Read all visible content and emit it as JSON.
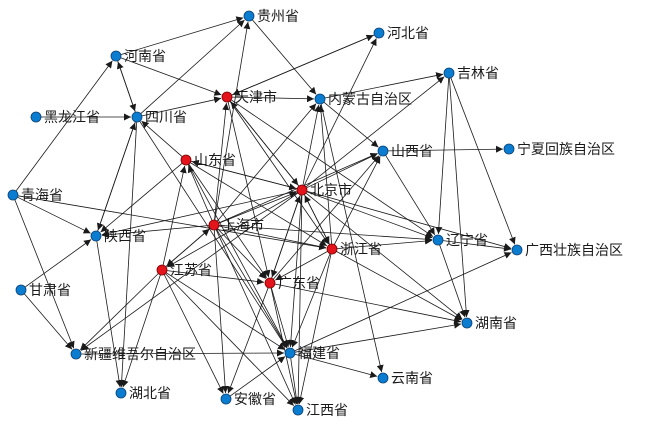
{
  "colors": {
    "regular": "#0b7dd1",
    "hub": "#e3141b",
    "edge": "#1a1a1a"
  },
  "nodes": [
    {
      "id": "guizhou",
      "label": "贵州省",
      "hub": false
    },
    {
      "id": "hebei",
      "label": "河北省",
      "hub": false
    },
    {
      "id": "henan",
      "label": "河南省",
      "hub": false
    },
    {
      "id": "jilin",
      "label": "吉林省",
      "hub": false
    },
    {
      "id": "tianjin",
      "label": "天津市",
      "hub": true
    },
    {
      "id": "neimenggu",
      "label": "内蒙古自治区",
      "hub": false
    },
    {
      "id": "heilongjiang",
      "label": "黑龙江省",
      "hub": false
    },
    {
      "id": "sichuan",
      "label": "四川省",
      "hub": false
    },
    {
      "id": "shanxi",
      "label": "山西省",
      "hub": false
    },
    {
      "id": "ningxia",
      "label": "宁夏回族自治区",
      "hub": false
    },
    {
      "id": "shandong",
      "label": "山东省",
      "hub": true
    },
    {
      "id": "qinghai",
      "label": "青海省",
      "hub": false
    },
    {
      "id": "beijing",
      "label": "北京市",
      "hub": true
    },
    {
      "id": "shanghai",
      "label": "上海市",
      "hub": true
    },
    {
      "id": "shaanxi",
      "label": "陕西省",
      "hub": false
    },
    {
      "id": "liaoning",
      "label": "辽宁省",
      "hub": false
    },
    {
      "id": "zhejiang",
      "label": "浙江省",
      "hub": true
    },
    {
      "id": "guangxi",
      "label": "广西壮族自治区",
      "hub": false
    },
    {
      "id": "jiangsu",
      "label": "江苏省",
      "hub": true
    },
    {
      "id": "guangdong",
      "label": "广东省",
      "hub": true
    },
    {
      "id": "gansu",
      "label": "甘肃省",
      "hub": false
    },
    {
      "id": "hunan",
      "label": "湖南省",
      "hub": false
    },
    {
      "id": "xinjiang",
      "label": "新疆维吾尔自治区",
      "hub": false
    },
    {
      "id": "fujian",
      "label": "福建省",
      "hub": false
    },
    {
      "id": "yunnan",
      "label": "云南省",
      "hub": false
    },
    {
      "id": "hubei",
      "label": "湖北省",
      "hub": false
    },
    {
      "id": "anhui",
      "label": "安徽省",
      "hub": false
    },
    {
      "id": "jiangxi",
      "label": "江西省",
      "hub": false
    }
  ],
  "edges": [
    [
      "henan",
      "guizhou"
    ],
    [
      "henan",
      "tianjin"
    ],
    [
      "henan",
      "sichuan"
    ],
    [
      "heilongjiang",
      "sichuan"
    ],
    [
      "sichuan",
      "guizhou"
    ],
    [
      "sichuan",
      "tianjin"
    ],
    [
      "sichuan",
      "henan"
    ],
    [
      "sichuan",
      "shaanxi"
    ],
    [
      "sichuan",
      "fujian"
    ],
    [
      "sichuan",
      "hubei"
    ],
    [
      "qinghai",
      "henan"
    ],
    [
      "qinghai",
      "shaanxi"
    ],
    [
      "qinghai",
      "xinjiang"
    ],
    [
      "qinghai",
      "zhejiang"
    ],
    [
      "gansu",
      "shaanxi"
    ],
    [
      "gansu",
      "xinjiang"
    ],
    [
      "shaanxi",
      "sichuan"
    ],
    [
      "shaanxi",
      "hubei"
    ],
    [
      "guizhou",
      "neimenggu"
    ],
    [
      "neimenggu",
      "jilin"
    ],
    [
      "neimenggu",
      "shanxi"
    ],
    [
      "tianjin",
      "hebei"
    ],
    [
      "tianjin",
      "neimenggu"
    ],
    [
      "tianjin",
      "beijing"
    ],
    [
      "tianjin",
      "zhejiang"
    ],
    [
      "tianjin",
      "guangdong"
    ],
    [
      "tianjin",
      "liaoning"
    ],
    [
      "shandong",
      "sichuan"
    ],
    [
      "shandong",
      "beijing"
    ],
    [
      "shandong",
      "zhejiang"
    ],
    [
      "shandong",
      "shaanxi"
    ],
    [
      "shandong",
      "guangdong"
    ],
    [
      "shandong",
      "fujian"
    ],
    [
      "beijing",
      "hebei"
    ],
    [
      "beijing",
      "neimenggu"
    ],
    [
      "beijing",
      "shanxi"
    ],
    [
      "beijing",
      "jilin"
    ],
    [
      "beijing",
      "shandong"
    ],
    [
      "beijing",
      "tianjin"
    ],
    [
      "beijing",
      "shaanxi"
    ],
    [
      "beijing",
      "zhejiang"
    ],
    [
      "beijing",
      "liaoning"
    ],
    [
      "beijing",
      "guangdong"
    ],
    [
      "beijing",
      "hunan"
    ],
    [
      "beijing",
      "fujian"
    ],
    [
      "beijing",
      "jiangsu"
    ],
    [
      "beijing",
      "xinjiang"
    ],
    [
      "beijing",
      "jiangxi"
    ],
    [
      "beijing",
      "guangxi"
    ],
    [
      "shanghai",
      "tianjin"
    ],
    [
      "shanghai",
      "neimenggu"
    ],
    [
      "shanghai",
      "shandong"
    ],
    [
      "shanghai",
      "beijing"
    ],
    [
      "shanghai",
      "shanxi"
    ],
    [
      "shanghai",
      "zhejiang"
    ],
    [
      "shanghai",
      "guangdong"
    ],
    [
      "shanghai",
      "fujian"
    ],
    [
      "shanghai",
      "shaanxi"
    ],
    [
      "shanghai",
      "jiangsu"
    ],
    [
      "shanghai",
      "jiangxi"
    ],
    [
      "shanghai",
      "anhui"
    ],
    [
      "shanghai",
      "guizhou"
    ],
    [
      "shanghai",
      "liaoning"
    ],
    [
      "zhejiang",
      "neimenggu"
    ],
    [
      "zhejiang",
      "shanxi"
    ],
    [
      "zhejiang",
      "beijing"
    ],
    [
      "zhejiang",
      "liaoning"
    ],
    [
      "zhejiang",
      "guangdong"
    ],
    [
      "zhejiang",
      "fujian"
    ],
    [
      "zhejiang",
      "hunan"
    ],
    [
      "zhejiang",
      "jiangxi"
    ],
    [
      "jiangsu",
      "shandong"
    ],
    [
      "jiangsu",
      "shanghai"
    ],
    [
      "jiangsu",
      "guangdong"
    ],
    [
      "jiangsu",
      "fujian"
    ],
    [
      "jiangsu",
      "anhui"
    ],
    [
      "jiangsu",
      "jiangxi"
    ],
    [
      "jiangsu",
      "hubei"
    ],
    [
      "jiangsu",
      "xinjiang"
    ],
    [
      "guangdong",
      "beijing"
    ],
    [
      "guangdong",
      "shanxi"
    ],
    [
      "guangdong",
      "fujian"
    ],
    [
      "guangdong",
      "jiangxi"
    ],
    [
      "guangdong",
      "anhui"
    ],
    [
      "guangdong",
      "hunan"
    ],
    [
      "shanxi",
      "ningxia"
    ],
    [
      "shanxi",
      "liaoning"
    ],
    [
      "jilin",
      "liaoning"
    ],
    [
      "jilin",
      "guangxi"
    ],
    [
      "jilin",
      "hunan"
    ],
    [
      "liaoning",
      "guangxi"
    ],
    [
      "liaoning",
      "hunan"
    ],
    [
      "xinjiang",
      "fujian"
    ],
    [
      "fujian",
      "yunnan"
    ],
    [
      "fujian",
      "hunan"
    ],
    [
      "fujian",
      "jiangxi"
    ],
    [
      "fujian",
      "guangxi"
    ],
    [
      "anhui",
      "fujian"
    ],
    [
      "neimenggu",
      "yunnan"
    ],
    [
      "hebei",
      "tianjin"
    ]
  ]
}
